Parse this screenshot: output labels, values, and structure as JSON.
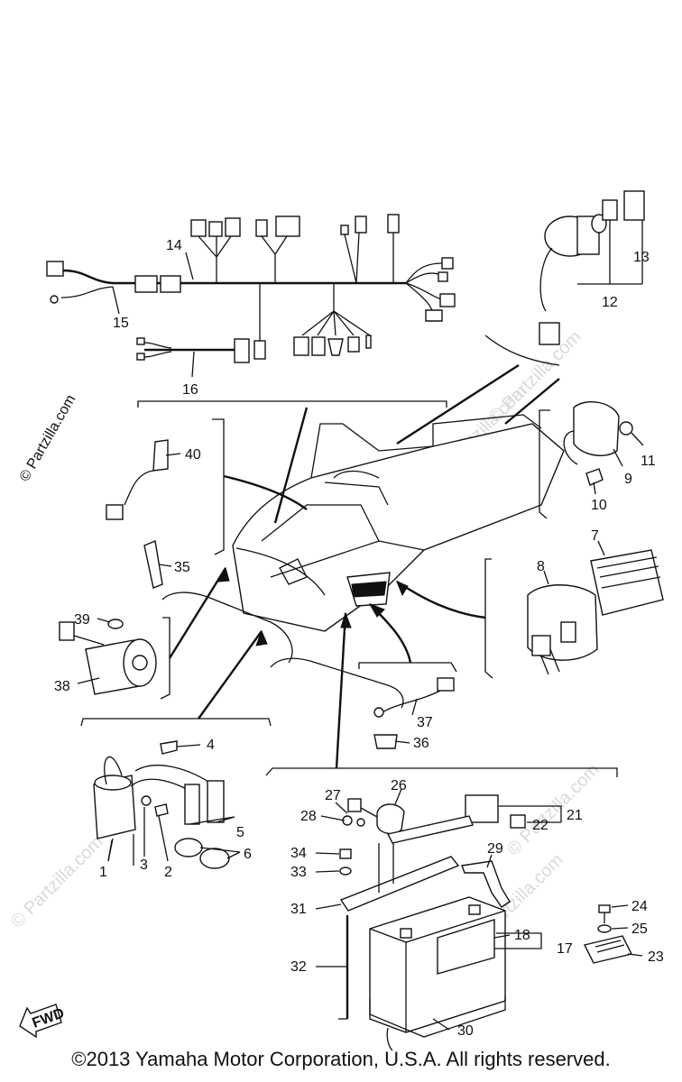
{
  "watermarks": {
    "side": "© Partzilla.com",
    "faint": "© Partzilla.com"
  },
  "fwd_label": "FWD",
  "callouts": [
    "1",
    "2",
    "3",
    "4",
    "5",
    "6",
    "7",
    "8",
    "9",
    "10",
    "11",
    "12",
    "13",
    "14",
    "15",
    "16",
    "17",
    "18",
    "21",
    "22",
    "23",
    "24",
    "25",
    "26",
    "27",
    "28",
    "29",
    "30",
    "31",
    "32",
    "33",
    "34",
    "35",
    "36",
    "37",
    "38",
    "39",
    "40"
  ],
  "copyright": "©2013  Yamaha Motor Corporation, U.S.A. All rights reserved."
}
